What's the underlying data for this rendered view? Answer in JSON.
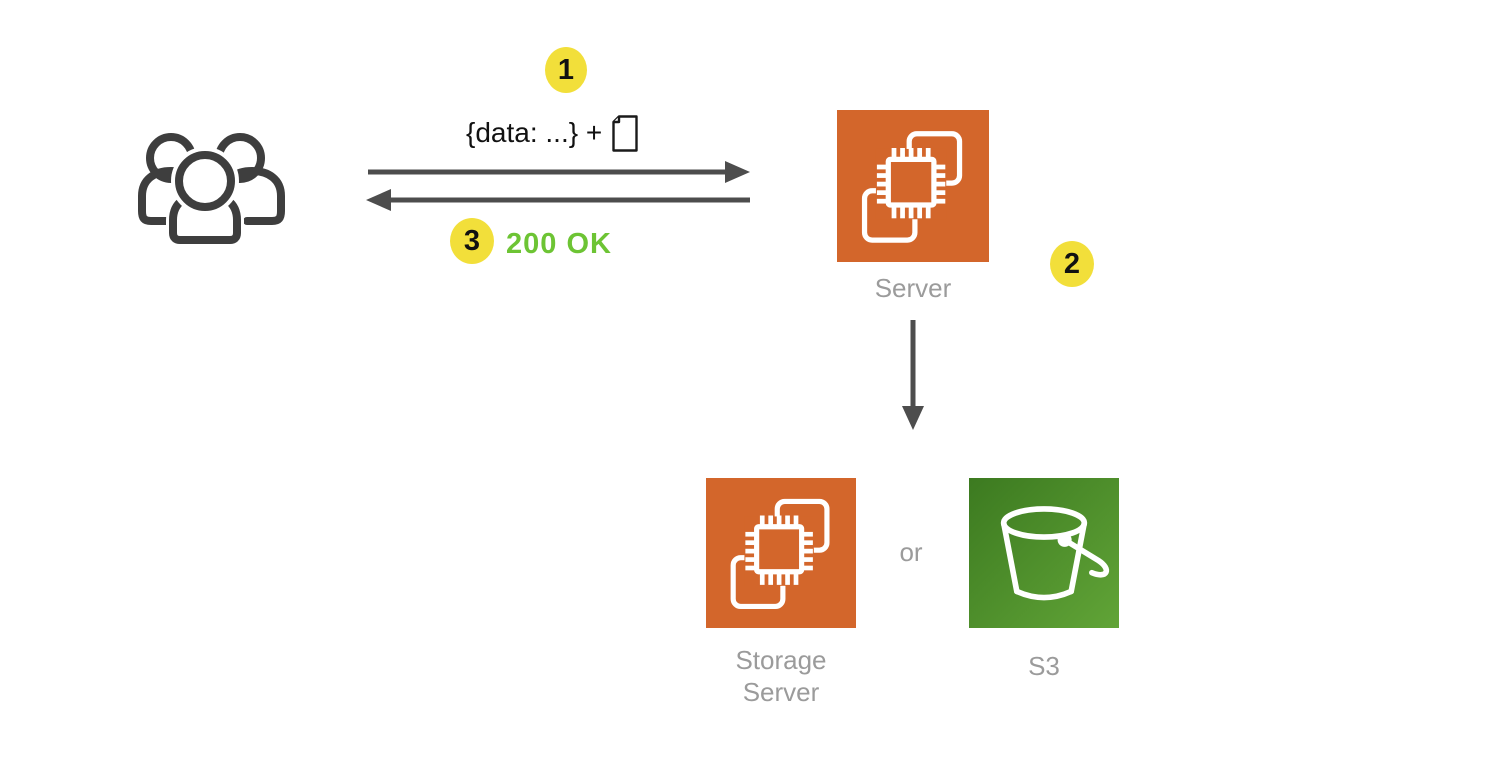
{
  "nodes": {
    "users": {
      "icon": "users-group-icon"
    },
    "server": {
      "label": "Server",
      "icon": "ec2-chip-icon"
    },
    "storage_server": {
      "label_line1": "Storage",
      "label_line2": "Server",
      "icon": "ec2-chip-icon"
    },
    "s3": {
      "label": "S3",
      "icon": "s3-bucket-icon"
    },
    "or_label": "or"
  },
  "flows": {
    "request": {
      "badge": "1",
      "label": "{data: ...} +",
      "attachment_icon": "document-icon"
    },
    "server_process": {
      "badge": "2"
    },
    "response": {
      "badge": "3",
      "label": "200 OK"
    }
  },
  "colors": {
    "ec2_orange": "#D3662B",
    "s3_green_dark": "#3C7A20",
    "s3_green_light": "#61A437",
    "badge_yellow": "#F2DF3A",
    "ok_green": "#6DC434",
    "label_gray": "#9B9B9B",
    "arrow_gray": "#4D4D4D",
    "people_gray": "#3E3E3E"
  }
}
